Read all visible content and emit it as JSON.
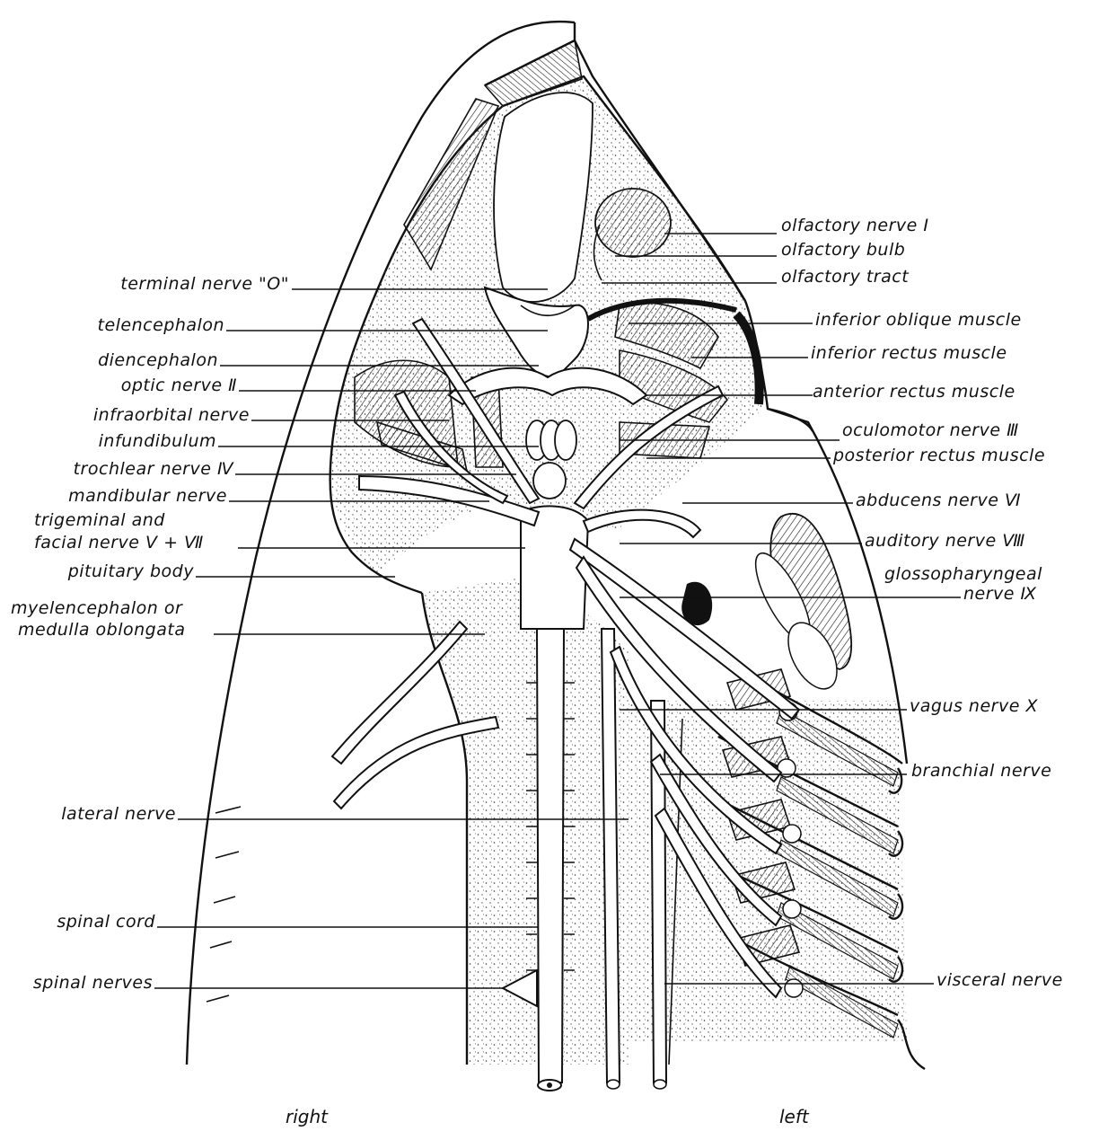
{
  "labels_left": [
    {
      "id": "terminal-nerve",
      "text": "terminal nerve \"O\""
    },
    {
      "id": "telencephalon",
      "text": "telencephalon"
    },
    {
      "id": "diencephalon",
      "text": "diencephalon"
    },
    {
      "id": "optic-nerve",
      "text": "optic nerve Ⅱ"
    },
    {
      "id": "infraorbital-nerve",
      "text": "infraorbital nerve"
    },
    {
      "id": "infundibulum",
      "text": "infundibulum"
    },
    {
      "id": "trochlear-nerve",
      "text": "trochlear nerve Ⅳ"
    },
    {
      "id": "mandibular-nerve",
      "text": "mandibular nerve"
    },
    {
      "id": "trigeminal-facial-1",
      "text": "trigeminal and"
    },
    {
      "id": "trigeminal-facial-2",
      "text": "facial nerve Ⅴ + Ⅶ"
    },
    {
      "id": "pituitary-body",
      "text": "pituitary body"
    },
    {
      "id": "myelencephalon-1",
      "text": "myelencephalon or"
    },
    {
      "id": "myelencephalon-2",
      "text": "medulla oblongata"
    },
    {
      "id": "lateral-nerve",
      "text": "lateral nerve"
    },
    {
      "id": "spinal-cord",
      "text": "spinal cord"
    },
    {
      "id": "spinal-nerves",
      "text": "spinal nerves"
    }
  ],
  "labels_right": [
    {
      "id": "olfactory-nerve",
      "text": "olfactory nerve Ⅰ"
    },
    {
      "id": "olfactory-bulb",
      "text": "olfactory bulb"
    },
    {
      "id": "olfactory-tract",
      "text": "olfactory tract"
    },
    {
      "id": "inferior-oblique",
      "text": "inferior oblique muscle"
    },
    {
      "id": "inferior-rectus",
      "text": "inferior rectus muscle"
    },
    {
      "id": "anterior-rectus",
      "text": "anterior rectus muscle"
    },
    {
      "id": "oculomotor-nerve",
      "text": "oculomotor nerve Ⅲ"
    },
    {
      "id": "posterior-rectus",
      "text": "posterior rectus muscle"
    },
    {
      "id": "abducens-nerve",
      "text": "abducens nerve Ⅵ"
    },
    {
      "id": "auditory-nerve",
      "text": "auditory nerve Ⅷ"
    },
    {
      "id": "glossopharyngeal-1",
      "text": "glossopharyngeal"
    },
    {
      "id": "glossopharyngeal-2",
      "text": "nerve Ⅸ"
    },
    {
      "id": "vagus-nerve",
      "text": "vagus nerve Ⅹ"
    },
    {
      "id": "branchial-nerve",
      "text": "branchial nerve"
    },
    {
      "id": "visceral-nerve",
      "text": "visceral nerve"
    }
  ],
  "sides": {
    "right": "right",
    "left": "left"
  }
}
